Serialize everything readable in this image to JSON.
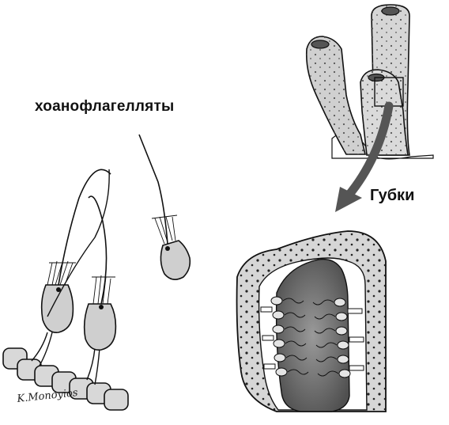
{
  "labels": {
    "choanoflagellates": "хоанофлагелляты",
    "sponges": "Губки"
  },
  "signature": "K.Monoyios",
  "colors": {
    "outline": "#111111",
    "cell_fill": "#cfcfcf",
    "sponge_fill": "#d2d2d2",
    "cavity_fill": "#6a6a6a",
    "arrow": "#555555",
    "background": "#ffffff"
  }
}
